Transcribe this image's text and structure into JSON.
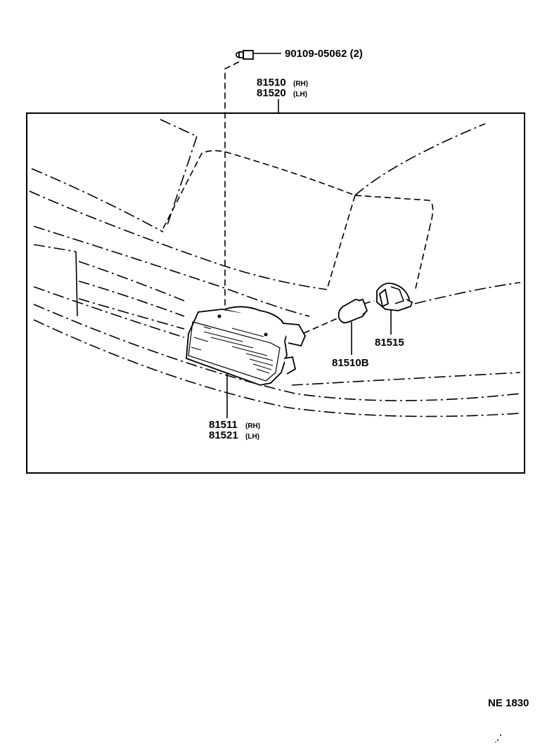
{
  "callouts": {
    "bolt": "90109-05062 (2)",
    "lamp_assy_rh": "81510",
    "lamp_assy_rh_side": "(RH)",
    "lamp_assy_lh": "81520",
    "lamp_assy_lh_side": "(LH)",
    "socket": "81515",
    "bulb": "81510B",
    "lens_rh": "81511",
    "lens_rh_side": "(RH)",
    "lens_lh": "81521",
    "lens_lh_side": "(LH)"
  },
  "footer": {
    "code": "NE 1830"
  }
}
